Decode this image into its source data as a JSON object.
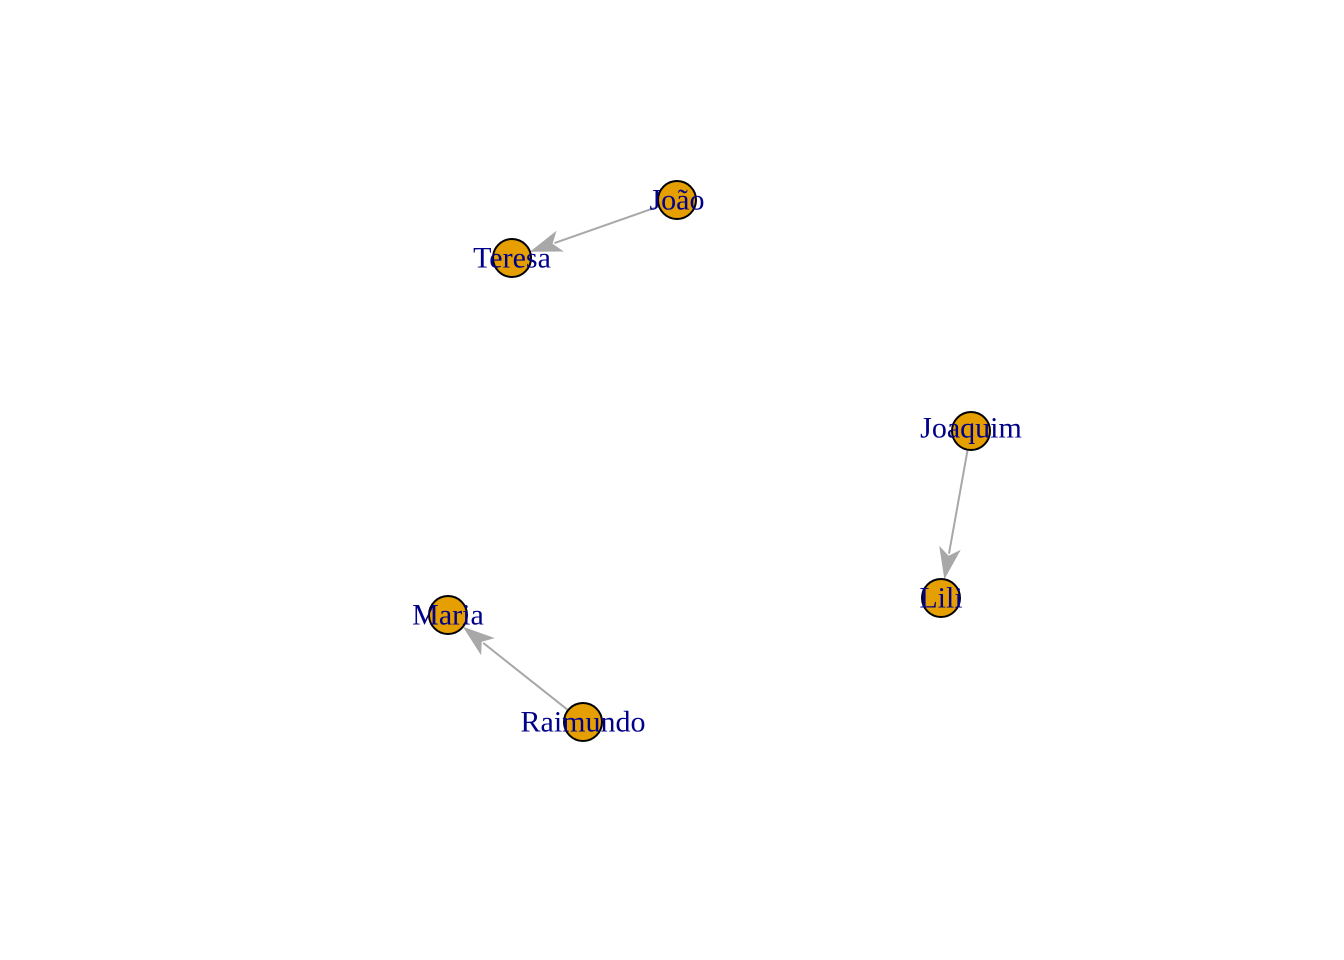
{
  "graph": {
    "directed": true,
    "colors": {
      "node_fill": "#e69f00",
      "node_border": "#000000",
      "edge": "#a8a8a8",
      "label": "#00008b",
      "background": "#ffffff"
    },
    "nodes": [
      {
        "id": "joao",
        "label": "João"
      },
      {
        "id": "teresa",
        "label": "Teresa"
      },
      {
        "id": "joaquim",
        "label": "Joaquim"
      },
      {
        "id": "lili",
        "label": "Lili"
      },
      {
        "id": "maria",
        "label": "Maria"
      },
      {
        "id": "raimundo",
        "label": "Raimundo"
      }
    ],
    "edges": [
      {
        "from": "joao",
        "to": "teresa"
      },
      {
        "from": "joaquim",
        "to": "lili"
      },
      {
        "from": "raimundo",
        "to": "maria"
      }
    ]
  }
}
